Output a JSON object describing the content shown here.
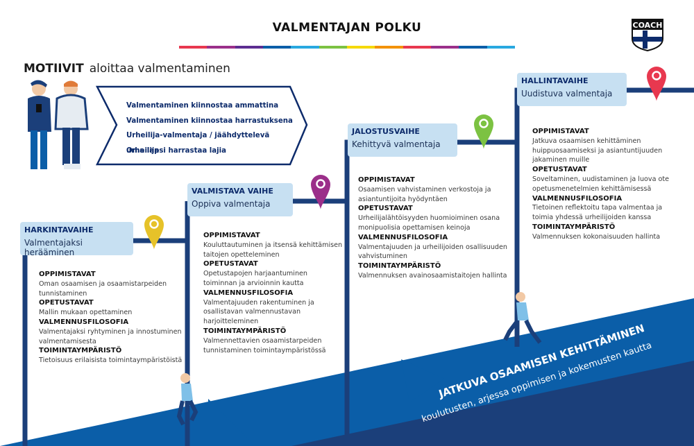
{
  "title": "VALMENTAJAN POLKU",
  "logo_text": "COACH",
  "colors": {
    "navy": "#0d2b6b",
    "dark_blue": "#1b3f7a",
    "ribbon_blue": "#0b5ea8",
    "light_blue_box": "#c7e0f2",
    "pin_yellow": "#e6c229",
    "pin_purple": "#9b2f8a",
    "pin_green": "#7cc242",
    "pin_red": "#e8384f"
  },
  "rainbow": [
    "#e8384f",
    "#9b2f8a",
    "#5c2d91",
    "#0b5ea8",
    "#29a8e0",
    "#7cc242",
    "#f5d90a",
    "#f39200",
    "#e8384f",
    "#9b2f8a",
    "#0b5ea8",
    "#29a8e0"
  ],
  "motivit": {
    "heading": "MOTIIVIT",
    "subheading": "aloittaa valmentaminen",
    "items": [
      "Valmentaminen kiinnostaa ammattina",
      "Valmentaminen kiinnostaa harrastuksena",
      "Urheilija-valmentaja / jäähdyttelevä urheilija",
      "Oma lapsi harrastaa lajia"
    ]
  },
  "stages": [
    {
      "name": "HARKINTAVAIHE",
      "subtitle": "Valmentajaksi herääminen",
      "pin": "yellow",
      "sections": [
        {
          "heading": "OPPIMISTAVAT",
          "lines": [
            "Oman osaamisen ja osaamistarpeiden",
            "tunnistaminen"
          ]
        },
        {
          "heading": "OPETUSTAVAT",
          "lines": [
            "Mallin mukaan opettaminen"
          ]
        },
        {
          "heading": "VALMENNUSFILOSOFIA",
          "lines": [
            "Valmentajaksi ryhtyminen ja innostuminen",
            "valmentamisesta"
          ]
        },
        {
          "heading": "TOIMINTAYMPÄRISTÖ",
          "lines": [
            "Tietoisuus erilaisista toimintaympäristöistä"
          ]
        }
      ]
    },
    {
      "name": "VALMISTAVA VAIHE",
      "subtitle": "Oppiva valmentaja",
      "pin": "purple",
      "sections": [
        {
          "heading": "OPPIMISTAVAT",
          "lines": [
            "Kouluttautuminen ja itsensä kehittämisen",
            "taitojen opetteleminen"
          ]
        },
        {
          "heading": "OPETUSTAVAT",
          "lines": [
            "Opetustapojen harjaantuminen",
            "toiminnan ja arvioinnin kautta"
          ]
        },
        {
          "heading": "VALMENNUSFILOSOFIA",
          "lines": [
            "Valmentajuuden rakentuminen ja",
            "osallistavan valmennustavan",
            "harjoitteleminen"
          ]
        },
        {
          "heading": "TOIMINTAYMPÄRISTÖ",
          "lines": [
            "Valmennettavien osaamistarpeiden",
            "tunnistaminen toimintaympäristössä"
          ]
        }
      ]
    },
    {
      "name": "JALOSTUSVAIHE",
      "subtitle": "Kehittyvä valmentaja",
      "pin": "green",
      "sections": [
        {
          "heading": "OPPIMISTAVAT",
          "lines": [
            "Osaamisen vahvistaminen verkostoja ja",
            "asiantuntijoita hyödyntäen"
          ]
        },
        {
          "heading": "OPETUSTAVAT",
          "lines": [
            "Urheilijalähtöisyyden huomioiminen osana",
            "monipuolisia opettamisen keinoja"
          ]
        },
        {
          "heading": "VALMENNUSFILOSOFIA",
          "lines": [
            "Valmentajuuden ja urheilijoiden osallisuuden",
            "vahvistuminen"
          ]
        },
        {
          "heading": "TOIMINTAYMPÄRISTÖ",
          "lines": [
            "Valmennuksen avainosaamistaitojen hallinta"
          ]
        }
      ]
    },
    {
      "name": "HALLINTAVAIHE",
      "subtitle": "Uudistuva valmentaja",
      "pin": "red",
      "sections": [
        {
          "heading": "OPPIMISTAVAT",
          "lines": [
            "Jatkuva osaamisen kehittäminen",
            "huippuosaamiseksi ja asiantuntijuuden",
            "jakaminen muille"
          ]
        },
        {
          "heading": "OPETUSTAVAT",
          "lines": [
            "Soveltaminen, uudistaminen ja luova ote",
            "opetusmenetelmien kehittämisessä"
          ]
        },
        {
          "heading": "VALMENNUSFILOSOFIA",
          "lines": [
            "Tietoinen reflektoitu tapa valmentaa ja",
            "toimia yhdessä urheilijoiden kanssa"
          ]
        },
        {
          "heading": "TOIMINTAYMPÄRISTÖ",
          "lines": [
            "Valmennuksen kokonaisuuden hallinta"
          ]
        }
      ]
    }
  ],
  "bottom": {
    "title": "JATKUVA OSAAMISEN KEHITTÄMINEN",
    "subtitle": "koulutusten, arjessa oppimisen ja kokemusten kautta"
  }
}
